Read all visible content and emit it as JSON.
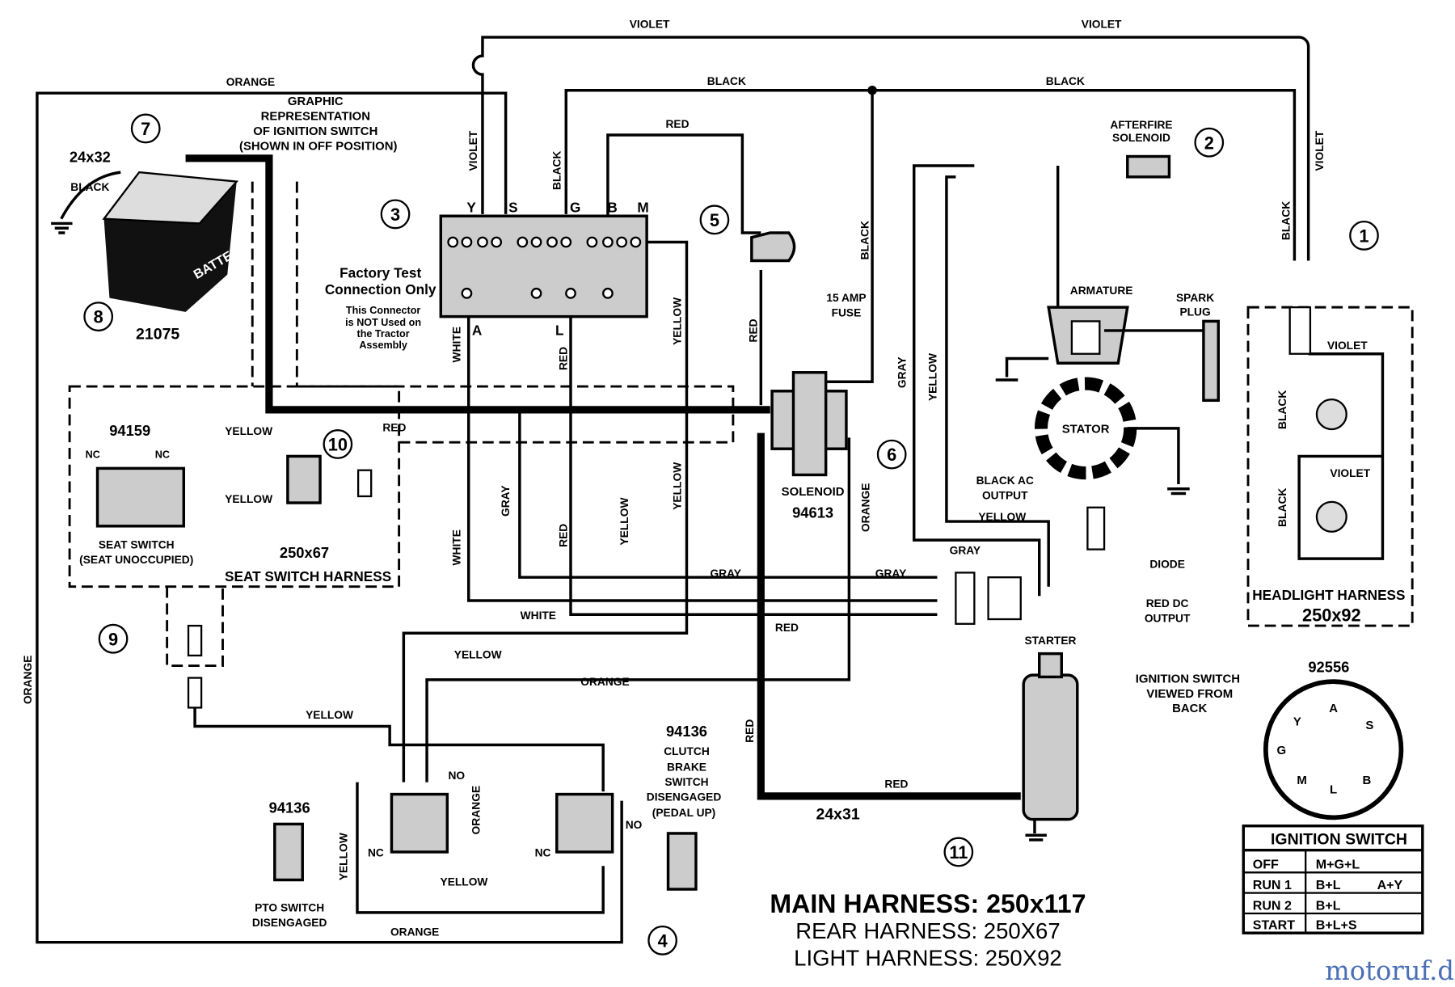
{
  "wire_labels": [
    "VIOLET",
    "VIOLET",
    "ORANGE",
    "BLACK",
    "BLACK",
    "RED",
    "VIOLET",
    "BLACK",
    "BLACK",
    "BLACK",
    "VIOLET",
    "BLACK",
    "RED",
    "WHITE",
    "RED",
    "YELLOW",
    "RED",
    "YELLOW",
    "YELLOW",
    "GRAY",
    "WHITE",
    "RED",
    "YELLOW",
    "YELLOW",
    "ORANGE",
    "GRAY",
    "GRAY",
    "WHITE",
    "RED",
    "GRAY",
    "YELLOW",
    "GRAY",
    "YELLOW",
    "YELLOW",
    "ORANGE",
    "YELLOW",
    "RED",
    "RED",
    "ORANGE",
    "YELLOW",
    "YELLOW",
    "ORANGE",
    "ORANGE",
    "VIOLET",
    "VIOLET",
    "BLACK",
    "BLACK"
  ],
  "ignition_graphic": [
    "GRAPHIC",
    "REPRESENTATION",
    "OF IGNITION SWITCH",
    "(SHOWN IN OFF POSITION)"
  ],
  "ignition_terminals": {
    "Y": "Y",
    "S": "S",
    "G": "G",
    "B": "B",
    "M": "M",
    "A": "A",
    "L": "L"
  },
  "battery": {
    "label": "BATTERY",
    "part": "24x32",
    "number": "21075"
  },
  "factory_test": {
    "title": [
      "Factory Test",
      "Connection Only"
    ],
    "note": [
      "This Connector",
      "is NOT Used on",
      "the Tractor",
      "Assembly"
    ]
  },
  "afterfire": [
    "AFTERFIRE",
    "SOLENOID"
  ],
  "fuse": [
    "15 AMP",
    "FUSE"
  ],
  "armature": "ARMATURE",
  "spark_plug": [
    "SPARK",
    "PLUG"
  ],
  "stator": "STATOR",
  "black_ac": [
    "BLACK AC",
    "OUTPUT"
  ],
  "diode": "DIODE",
  "red_dc": [
    "RED DC",
    "OUTPUT"
  ],
  "solenoid": {
    "label": "SOLENOID",
    "number": "94613"
  },
  "seat_switch": {
    "number": "94159",
    "nc1": "NC",
    "nc2": "NC",
    "label": "SEAT SWITCH",
    "state": "(SEAT UNOCCUPIED)",
    "harness_num": "250x67",
    "harness": "SEAT SWITCH HARNESS"
  },
  "starter": "STARTER",
  "key_view": {
    "caption": [
      "IGNITION SWITCH",
      "VIEWED FROM",
      "BACK"
    ],
    "number": "92556",
    "pins": [
      "A",
      "S",
      "B",
      "L",
      "M",
      "G",
      "Y"
    ]
  },
  "headlight": {
    "label": "HEADLIGHT HARNESS",
    "number": "250x92"
  },
  "clutch": {
    "number": "94136",
    "lines": [
      "CLUTCH",
      "BRAKE",
      "SWITCH",
      "DISENGAGED",
      "(PEDAL UP)"
    ]
  },
  "pto": {
    "number": "94136",
    "lines": [
      "PTO SWITCH",
      "DISENGAGED"
    ]
  },
  "switch_contacts": [
    "NO",
    "NC",
    "NC",
    "NO"
  ],
  "cable_num": "24x31",
  "callouts": [
    "1",
    "2",
    "3",
    "4",
    "5",
    "6",
    "7",
    "8",
    "9",
    "10",
    "11"
  ],
  "titles": {
    "main": "MAIN HARNESS: 250x117",
    "rear": "REAR HARNESS: 250X67",
    "light": "LIGHT HARNESS: 250X92"
  },
  "table": {
    "title": "IGNITION SWITCH",
    "rows": [
      [
        "OFF",
        "M+G+L",
        ""
      ],
      [
        "RUN 1",
        "B+L",
        "A+Y"
      ],
      [
        "RUN 2",
        "B+L",
        ""
      ],
      [
        "START",
        "B+L+S",
        ""
      ]
    ]
  },
  "watermark": "motoruf.de"
}
